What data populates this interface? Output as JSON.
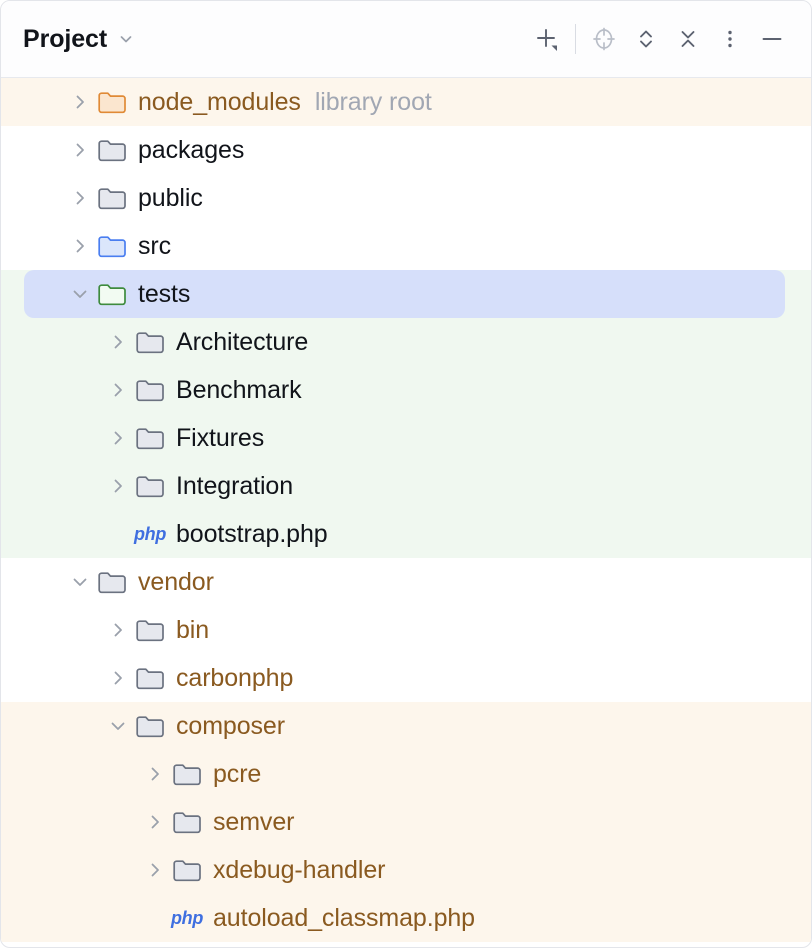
{
  "window": {
    "title": "Project",
    "title_dropdown_icon": "chevron-down-icon"
  },
  "toolbar": {
    "actions": [
      {
        "name": "new-file-button",
        "icon": "plus-with-dropdown-icon",
        "tooltip": "New"
      },
      {
        "name": "select-opened-file-button",
        "icon": "crosshair-target-icon",
        "tooltip": "Select Opened File"
      },
      {
        "name": "expand-collapse-button",
        "icon": "chevron-up-down-icon",
        "tooltip": "Expand All"
      },
      {
        "name": "collapse-all-button",
        "icon": "collapse-arrows-icon",
        "tooltip": "Collapse All"
      },
      {
        "name": "more-options-button",
        "icon": "vertical-dots-icon",
        "tooltip": "Options"
      },
      {
        "name": "minimize-button",
        "icon": "minus-icon",
        "tooltip": "Hide"
      }
    ]
  },
  "colors": {
    "selection": "#d6dffa",
    "library_scope": "#fdf6ec",
    "tests_scope": "#f0f8f0",
    "library_text": "#8a5a20",
    "hint_text": "#a1a7b3",
    "folder_orange": "#e08a36",
    "folder_green": "#3e8b3e",
    "folder_blue": "#4a7ef0",
    "folder_gray": "#6b7280",
    "php_badge": "#3f6fe0"
  },
  "tree": {
    "nodes": [
      {
        "label": "node_modules",
        "hint": "library root",
        "indent": 1,
        "icon": "folder-orange-icon",
        "twisty": "chevron-right-icon",
        "expanded": false,
        "selected": false,
        "scope": "library",
        "label_color": "brown"
      },
      {
        "label": "packages",
        "hint": "",
        "indent": 1,
        "icon": "folder-gray-icon",
        "twisty": "chevron-right-icon",
        "expanded": false,
        "selected": false,
        "scope": "none",
        "label_color": "default"
      },
      {
        "label": "public",
        "hint": "",
        "indent": 1,
        "icon": "folder-gray-icon",
        "twisty": "chevron-right-icon",
        "expanded": false,
        "selected": false,
        "scope": "none",
        "label_color": "default"
      },
      {
        "label": "src",
        "hint": "",
        "indent": 1,
        "icon": "folder-blue-icon",
        "twisty": "chevron-right-icon",
        "expanded": false,
        "selected": false,
        "scope": "none",
        "label_color": "default"
      },
      {
        "label": "tests",
        "hint": "",
        "indent": 1,
        "icon": "folder-green-icon",
        "twisty": "chevron-down-icon",
        "expanded": true,
        "selected": true,
        "scope": "tests",
        "label_color": "default"
      },
      {
        "label": "Architecture",
        "hint": "",
        "indent": 2,
        "icon": "folder-gray-icon",
        "twisty": "chevron-right-icon",
        "expanded": false,
        "selected": false,
        "scope": "tests",
        "label_color": "default"
      },
      {
        "label": "Benchmark",
        "hint": "",
        "indent": 2,
        "icon": "folder-gray-icon",
        "twisty": "chevron-right-icon",
        "expanded": false,
        "selected": false,
        "scope": "tests",
        "label_color": "default"
      },
      {
        "label": "Fixtures",
        "hint": "",
        "indent": 2,
        "icon": "folder-gray-icon",
        "twisty": "chevron-right-icon",
        "expanded": false,
        "selected": false,
        "scope": "tests",
        "label_color": "default"
      },
      {
        "label": "Integration",
        "hint": "",
        "indent": 2,
        "icon": "folder-gray-icon",
        "twisty": "chevron-right-icon",
        "expanded": false,
        "selected": false,
        "scope": "tests",
        "label_color": "default"
      },
      {
        "label": "bootstrap.php",
        "hint": "",
        "indent": 2,
        "icon": "php-file-icon",
        "twisty": "none",
        "expanded": false,
        "selected": false,
        "scope": "tests",
        "label_color": "default",
        "badge_text": "php"
      },
      {
        "label": "vendor",
        "hint": "",
        "indent": 1,
        "icon": "folder-gray-icon",
        "twisty": "chevron-down-icon",
        "expanded": true,
        "selected": false,
        "scope": "none",
        "label_color": "brown"
      },
      {
        "label": "bin",
        "hint": "",
        "indent": 2,
        "icon": "folder-gray-icon",
        "twisty": "chevron-right-icon",
        "expanded": false,
        "selected": false,
        "scope": "none",
        "label_color": "brown"
      },
      {
        "label": "carbonphp",
        "hint": "",
        "indent": 2,
        "icon": "folder-gray-icon",
        "twisty": "chevron-right-icon",
        "expanded": false,
        "selected": false,
        "scope": "none",
        "label_color": "brown"
      },
      {
        "label": "composer",
        "hint": "",
        "indent": 2,
        "icon": "folder-gray-icon",
        "twisty": "chevron-down-icon",
        "expanded": true,
        "selected": false,
        "scope": "library",
        "label_color": "brown"
      },
      {
        "label": "pcre",
        "hint": "",
        "indent": 3,
        "icon": "folder-gray-icon",
        "twisty": "chevron-right-icon",
        "expanded": false,
        "selected": false,
        "scope": "library",
        "label_color": "brown"
      },
      {
        "label": "semver",
        "hint": "",
        "indent": 3,
        "icon": "folder-gray-icon",
        "twisty": "chevron-right-icon",
        "expanded": false,
        "selected": false,
        "scope": "library",
        "label_color": "brown"
      },
      {
        "label": "xdebug-handler",
        "hint": "",
        "indent": 3,
        "icon": "folder-gray-icon",
        "twisty": "chevron-right-icon",
        "expanded": false,
        "selected": false,
        "scope": "library",
        "label_color": "brown"
      },
      {
        "label": "autoload_classmap.php",
        "hint": "",
        "indent": 3,
        "icon": "php-file-icon",
        "twisty": "none",
        "expanded": false,
        "selected": false,
        "scope": "library",
        "label_color": "brown",
        "badge_text": "php"
      }
    ]
  }
}
